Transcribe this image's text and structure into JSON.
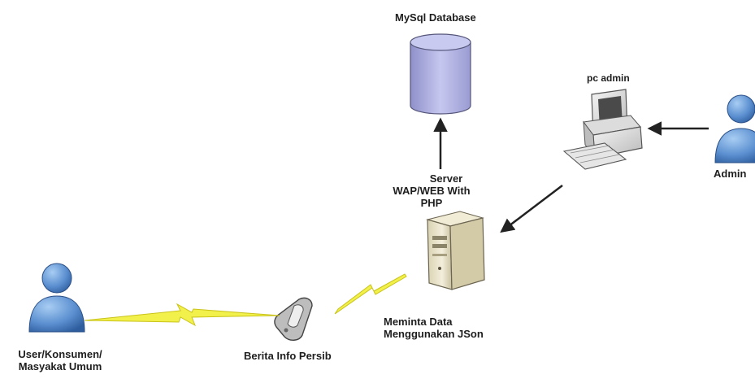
{
  "nodes": {
    "database": {
      "label": "MySql Database"
    },
    "pc_admin": {
      "label": "pc admin"
    },
    "admin": {
      "label": "Admin"
    },
    "server": {
      "label_line1": "Server",
      "label_line2": "WAP/WEB With",
      "label_line3": "PHP"
    },
    "phone": {
      "label": "Berita Info Persib"
    },
    "user": {
      "label_line1": "User/Konsumen/",
      "label_line2": "Masyakat Umum"
    }
  },
  "edges": {
    "server_phone": {
      "label_line1": "Meminta Data",
      "label_line2": "Menggunakan JSon"
    }
  },
  "colors": {
    "database_fill": "#b3b4e2",
    "person_fill": "#5b8fd0",
    "lightning": "#f2f04a",
    "arrow": "#222222",
    "server_fill": "#e8e2c8"
  }
}
